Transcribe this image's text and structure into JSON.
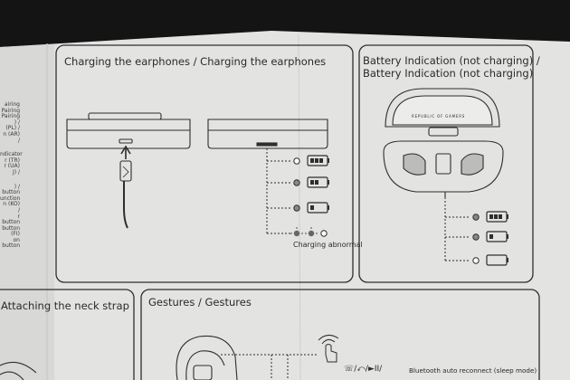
{
  "colors": {
    "background": "#141414",
    "paper": "#e4e4e2",
    "ink": "#2e2e2e"
  },
  "charging": {
    "title": "Charging the earphones / Charging the earphones",
    "abnormal_label": "Charging abnormal",
    "icons": [
      "usb-cable-icon",
      "led-off-icon",
      "battery-full-icon",
      "led-on-icon",
      "battery-medium-icon",
      "battery-low-icon",
      "led-blink-icon"
    ]
  },
  "battery": {
    "title_line1": "Battery Indication (not charging) /",
    "title_line2": "Battery Indication (not charging)",
    "case_logo": "REPUBLIC OF GAMERS"
  },
  "neck_strap": {
    "title": "Attaching the neck strap"
  },
  "gestures": {
    "title": "Gestures / Gestures",
    "symbols": "☏/⤺/►II/",
    "line1": "Bluetooth auto reconnect (sleep mode)"
  },
  "left_panel_fragments": [
    "airing",
    "Pairing",
    "Pairing",
    ") /",
    "(PL) /",
    "n (AR) /",
    "",
    "ndicator",
    "r (TR)",
    "r (UA)",
    "J) /",
    "",
    ") /",
    "button",
    "unction",
    "n (KO) /",
    "r button",
    "button (FI)",
    "on button"
  ]
}
